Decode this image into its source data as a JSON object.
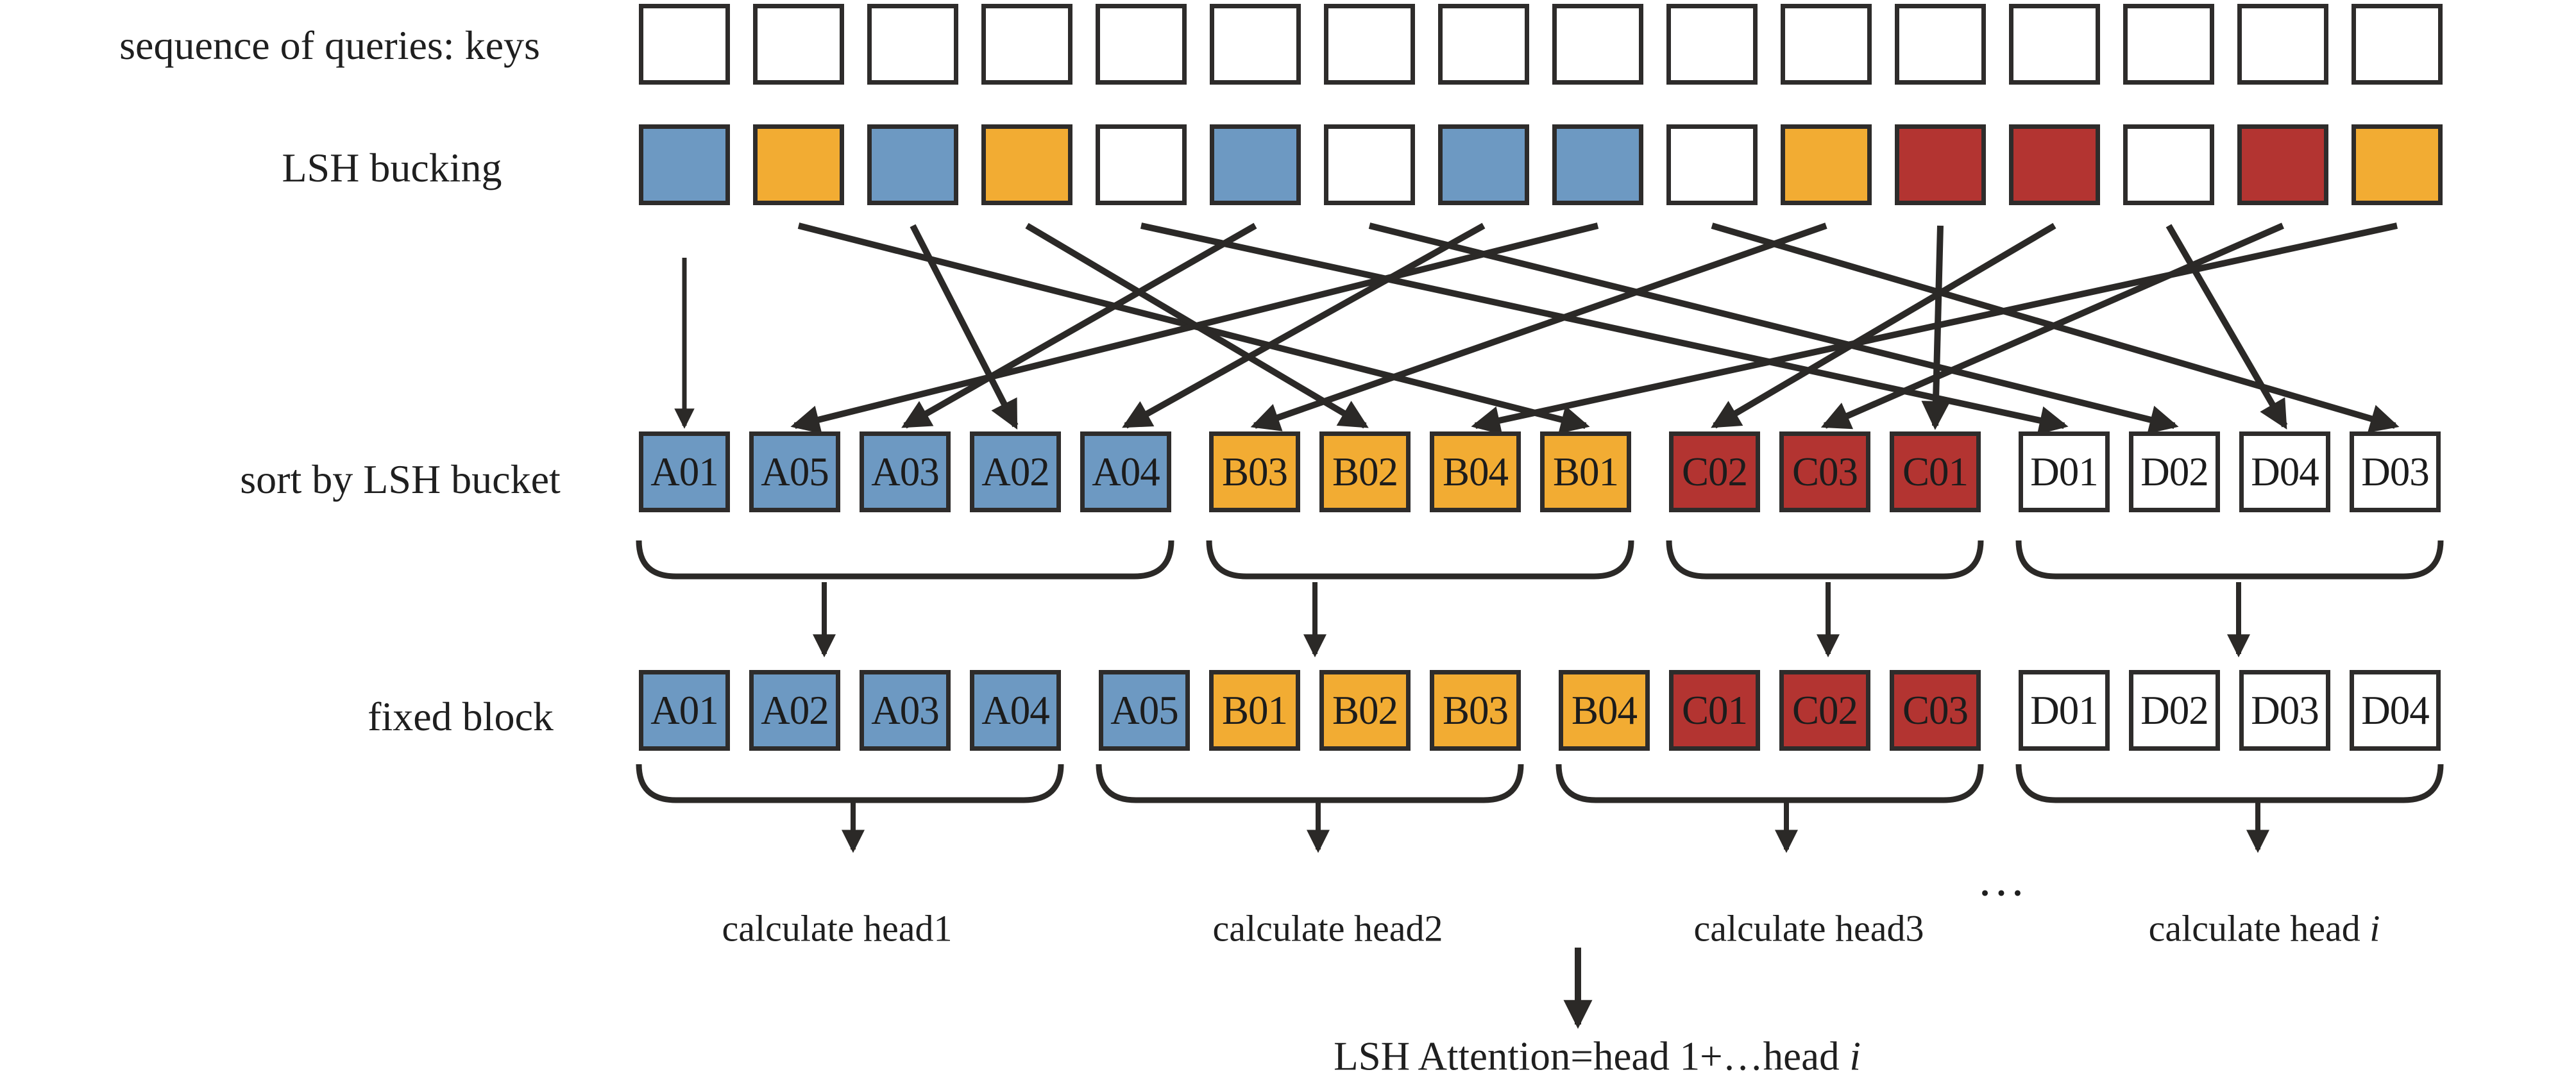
{
  "colors": {
    "blue": "#6d99c2",
    "orange": "#f2ac33",
    "red": "#b33431",
    "white": "#ffffff",
    "border": "#2e2c2b",
    "ink": "#2b2927"
  },
  "rows": {
    "queries": {
      "label": "sequence of queries: keys",
      "cells": [
        "white",
        "white",
        "white",
        "white",
        "white",
        "white",
        "white",
        "white",
        "white",
        "white",
        "white",
        "white",
        "white",
        "white",
        "white",
        "white"
      ]
    },
    "buckets": {
      "label": "LSH bucking",
      "cells": [
        "blue",
        "orange",
        "blue",
        "orange",
        "white",
        "blue",
        "white",
        "blue",
        "blue",
        "white",
        "orange",
        "red",
        "red",
        "white",
        "red",
        "orange"
      ]
    },
    "sorted": {
      "label": "sort by LSH bucket",
      "groups": [
        [
          {
            "id": "A01",
            "color": "blue"
          },
          {
            "id": "A05",
            "color": "blue"
          },
          {
            "id": "A03",
            "color": "blue"
          },
          {
            "id": "A02",
            "color": "blue"
          },
          {
            "id": "A04",
            "color": "blue"
          }
        ],
        [
          {
            "id": "B03",
            "color": "orange"
          },
          {
            "id": "B02",
            "color": "orange"
          },
          {
            "id": "B04",
            "color": "orange"
          },
          {
            "id": "B01",
            "color": "orange"
          }
        ],
        [
          {
            "id": "C02",
            "color": "red"
          },
          {
            "id": "C03",
            "color": "red"
          },
          {
            "id": "C01",
            "color": "red"
          }
        ],
        [
          {
            "id": "D01",
            "color": "white"
          },
          {
            "id": "D02",
            "color": "white"
          },
          {
            "id": "D04",
            "color": "white"
          },
          {
            "id": "D03",
            "color": "white"
          }
        ]
      ]
    },
    "fixed": {
      "label": "fixed block",
      "groups": [
        [
          {
            "id": "A01",
            "color": "blue"
          },
          {
            "id": "A02",
            "color": "blue"
          },
          {
            "id": "A03",
            "color": "blue"
          },
          {
            "id": "A04",
            "color": "blue"
          }
        ],
        [
          {
            "id": "A05",
            "color": "blue"
          },
          {
            "id": "B01",
            "color": "orange"
          },
          {
            "id": "B02",
            "color": "orange"
          },
          {
            "id": "B03",
            "color": "orange"
          }
        ],
        [
          {
            "id": "B04",
            "color": "orange"
          },
          {
            "id": "C01",
            "color": "red"
          },
          {
            "id": "C02",
            "color": "red"
          },
          {
            "id": "C03",
            "color": "red"
          }
        ],
        [
          {
            "id": "D01",
            "color": "white"
          },
          {
            "id": "D02",
            "color": "white"
          },
          {
            "id": "D03",
            "color": "white"
          },
          {
            "id": "D04",
            "color": "white"
          }
        ]
      ]
    }
  },
  "sort_mapping": [
    1,
    9,
    4,
    7,
    13,
    3,
    14,
    5,
    2,
    16,
    6,
    12,
    10,
    15,
    11,
    8
  ],
  "head_labels": [
    {
      "pre": "calculate head1",
      "it": ""
    },
    {
      "pre": "calculate head2",
      "it": ""
    },
    {
      "pre": "calculate head3",
      "it": ""
    },
    {
      "pre": "calculate head ",
      "it": "i"
    }
  ],
  "ellipsis": "…",
  "footer": {
    "pre": "LSH Attention=head 1+…head ",
    "it": "i"
  }
}
